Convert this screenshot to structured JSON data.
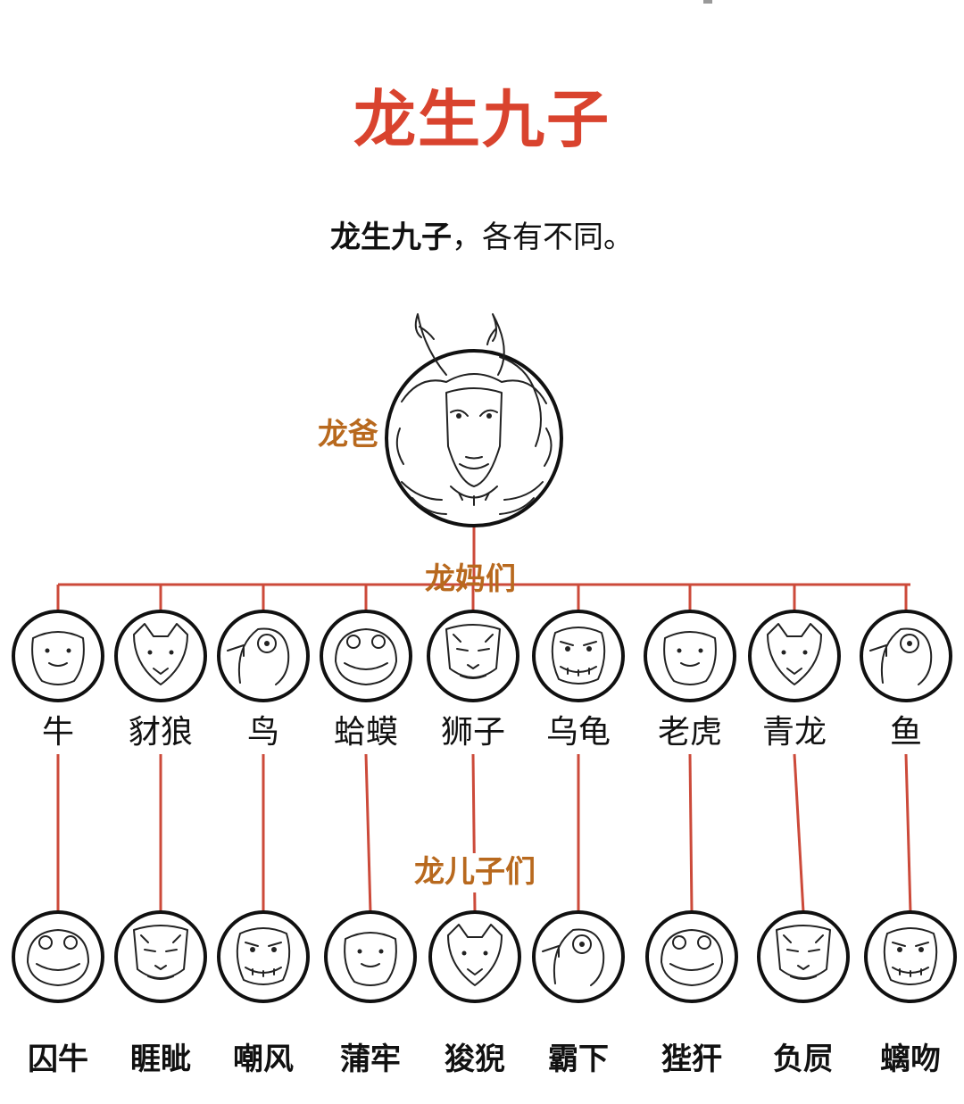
{
  "title": "龙生九子",
  "subtitle": {
    "bold": "龙生九子",
    "rest": "，各有不同。"
  },
  "roles": {
    "father": "龙爸",
    "mothers": "龙妈们",
    "sons": "龙儿子们"
  },
  "mothers": [
    "牛",
    "豺狼",
    "鸟",
    "蛤蟆",
    "狮子",
    "乌龟",
    "老虎",
    "青龙",
    "鱼"
  ],
  "sons": [
    "囚牛",
    "睚眦",
    "嘲风",
    "蒲牢",
    "狻猊",
    "霸下",
    "狴犴",
    "负屃",
    "螭吻"
  ],
  "portraits": {
    "father": "dragon-portrait",
    "mothers": [
      "ox-portrait",
      "jackal-portrait",
      "bird-portrait",
      "toad-portrait",
      "lion-portrait",
      "turtle-portrait",
      "tiger-portrait",
      "azure-dragon-portrait",
      "fish-portrait"
    ],
    "sons": [
      "qiuniu-portrait",
      "yazi-portrait",
      "chaofeng-portrait",
      "pulao-portrait",
      "suanni-portrait",
      "baxia-portrait",
      "bian-portrait",
      "fuxi-portrait",
      "chiwen-portrait"
    ]
  },
  "colors": {
    "title": "#d9432e",
    "line": "#cc4a3a",
    "role_label": "#b8691e",
    "text": "#111111"
  }
}
